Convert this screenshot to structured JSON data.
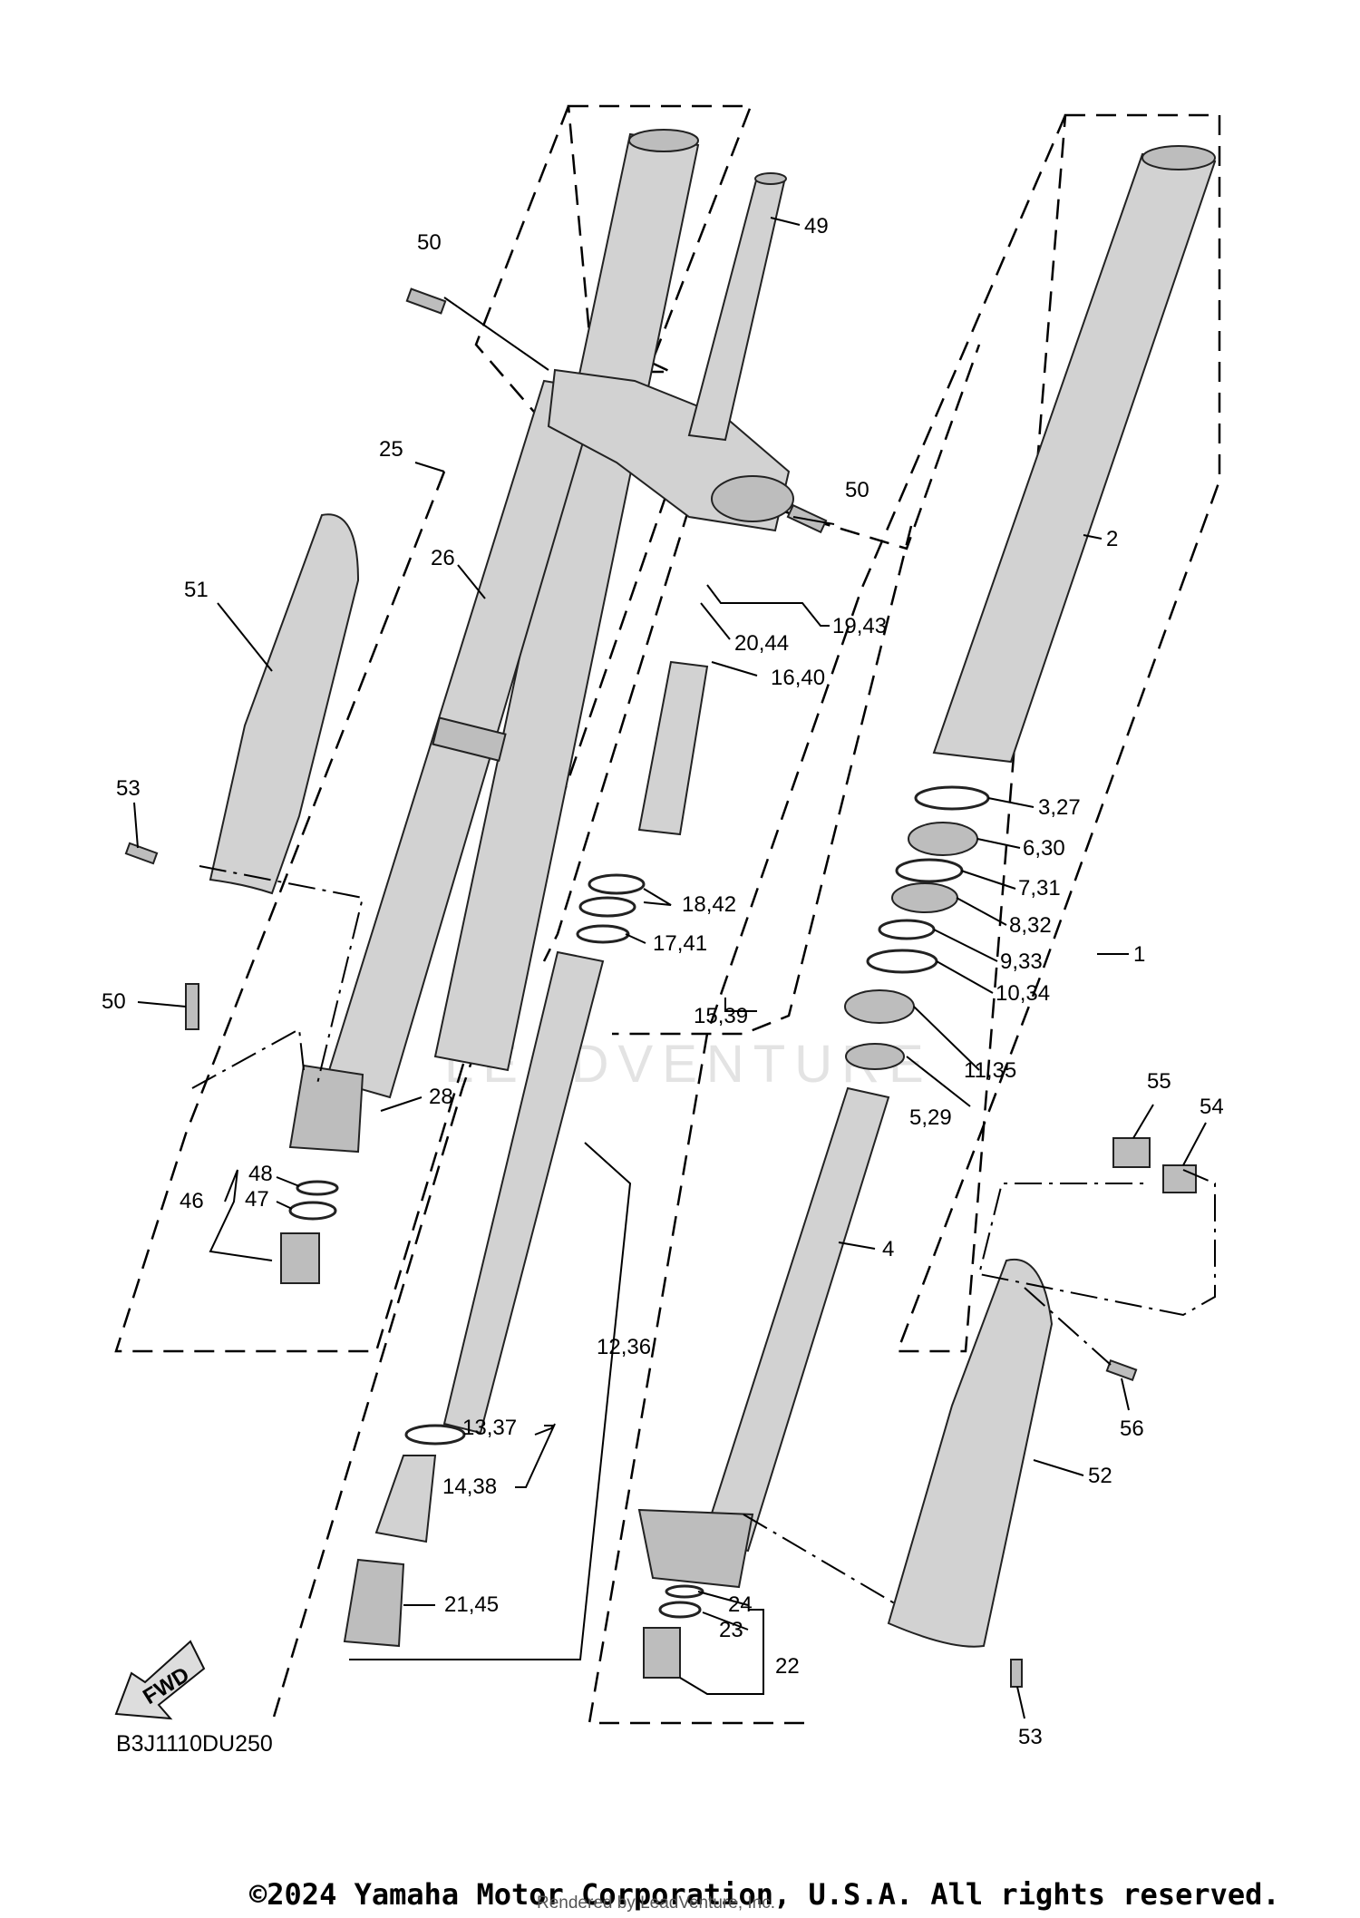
{
  "diagram_code": "B3J1110DU250",
  "copyright": "©2024 Yamaha Motor Corporation, U.S.A. All rights reserved.",
  "rendered_by": "Rendered by LeadVenture, Inc.",
  "watermark": "LEADVENTURE",
  "fwd_label": "FWD",
  "callouts": [
    "50",
    "49",
    "25",
    "26",
    "51",
    "53",
    "50",
    "28",
    "48",
    "47",
    "46",
    "2",
    "3,27",
    "6,30",
    "7,31",
    "8,32",
    "9,33",
    "10,34",
    "1",
    "11,35",
    "5,29",
    "55",
    "54",
    "4",
    "56",
    "52",
    "53",
    "24",
    "23",
    "22",
    "19,43",
    "20,44",
    "16,40",
    "18,42",
    "17,41",
    "15,39",
    "12,36",
    "13,37",
    "14,38",
    "21,45",
    "50"
  ]
}
